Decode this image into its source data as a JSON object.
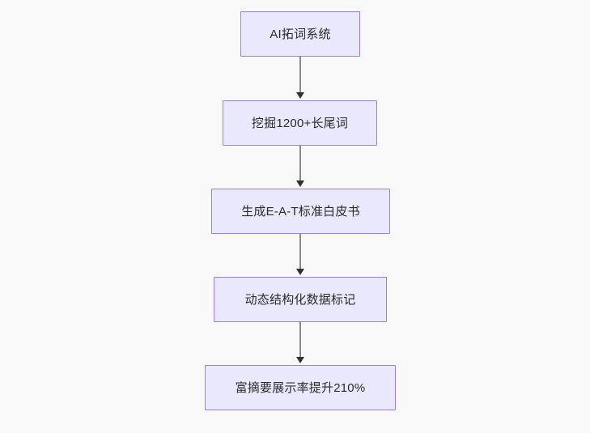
{
  "diagram": {
    "type": "flowchart",
    "direction": "top-to-bottom",
    "background_color": "#f9f9f9",
    "node_fill_color": "#eae8fc",
    "node_border_color": "#9b7ede",
    "node_text_color": "#2b2b2b",
    "edge_color": "#8a8a8a",
    "arrowhead_color": "#333333",
    "nodes": [
      {
        "id": "n1",
        "label": "AI拓词系统"
      },
      {
        "id": "n2",
        "label": "挖掘1200+长尾词"
      },
      {
        "id": "n3",
        "label": "生成E-A-T标准白皮书"
      },
      {
        "id": "n4",
        "label": "动态结构化数据标记"
      },
      {
        "id": "n5",
        "label": "富摘要展示率提升210%"
      }
    ],
    "edges": [
      {
        "id": "e1",
        "from": "n1",
        "to": "n2",
        "label": ""
      },
      {
        "id": "e2",
        "from": "n2",
        "to": "n3",
        "label": ""
      },
      {
        "id": "e3",
        "from": "n3",
        "to": "n4",
        "label": ""
      },
      {
        "id": "e4",
        "from": "n4",
        "to": "n5",
        "label": ""
      }
    ]
  }
}
